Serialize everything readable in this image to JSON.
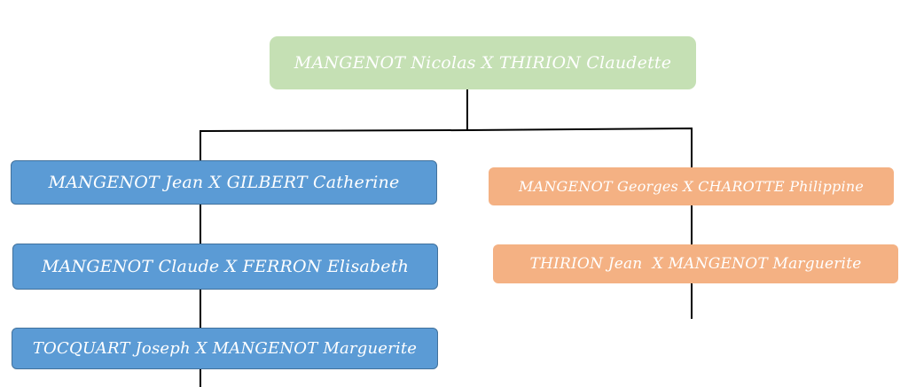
{
  "tree": {
    "root": {
      "label": "MANGENOT Nicolas X THIRION Claudette"
    },
    "left_branch": [
      {
        "label": "MANGENOT Jean X GILBERT Catherine"
      },
      {
        "label": "MANGENOT Claude X FERRON Elisabeth"
      },
      {
        "label": "TOCQUART Joseph X MANGENOT Marguerite"
      }
    ],
    "right_branch": [
      {
        "label": "MANGENOT Georges X CHAROTTE Philippine"
      },
      {
        "label": "THIRION Jean  X MANGENOT Marguerite"
      }
    ]
  },
  "colors": {
    "root_fill": "#c5e0b4",
    "left_fill": "#5b9bd5",
    "right_fill": "#f4b183",
    "connector": "#000000",
    "text": "#ffffff"
  }
}
